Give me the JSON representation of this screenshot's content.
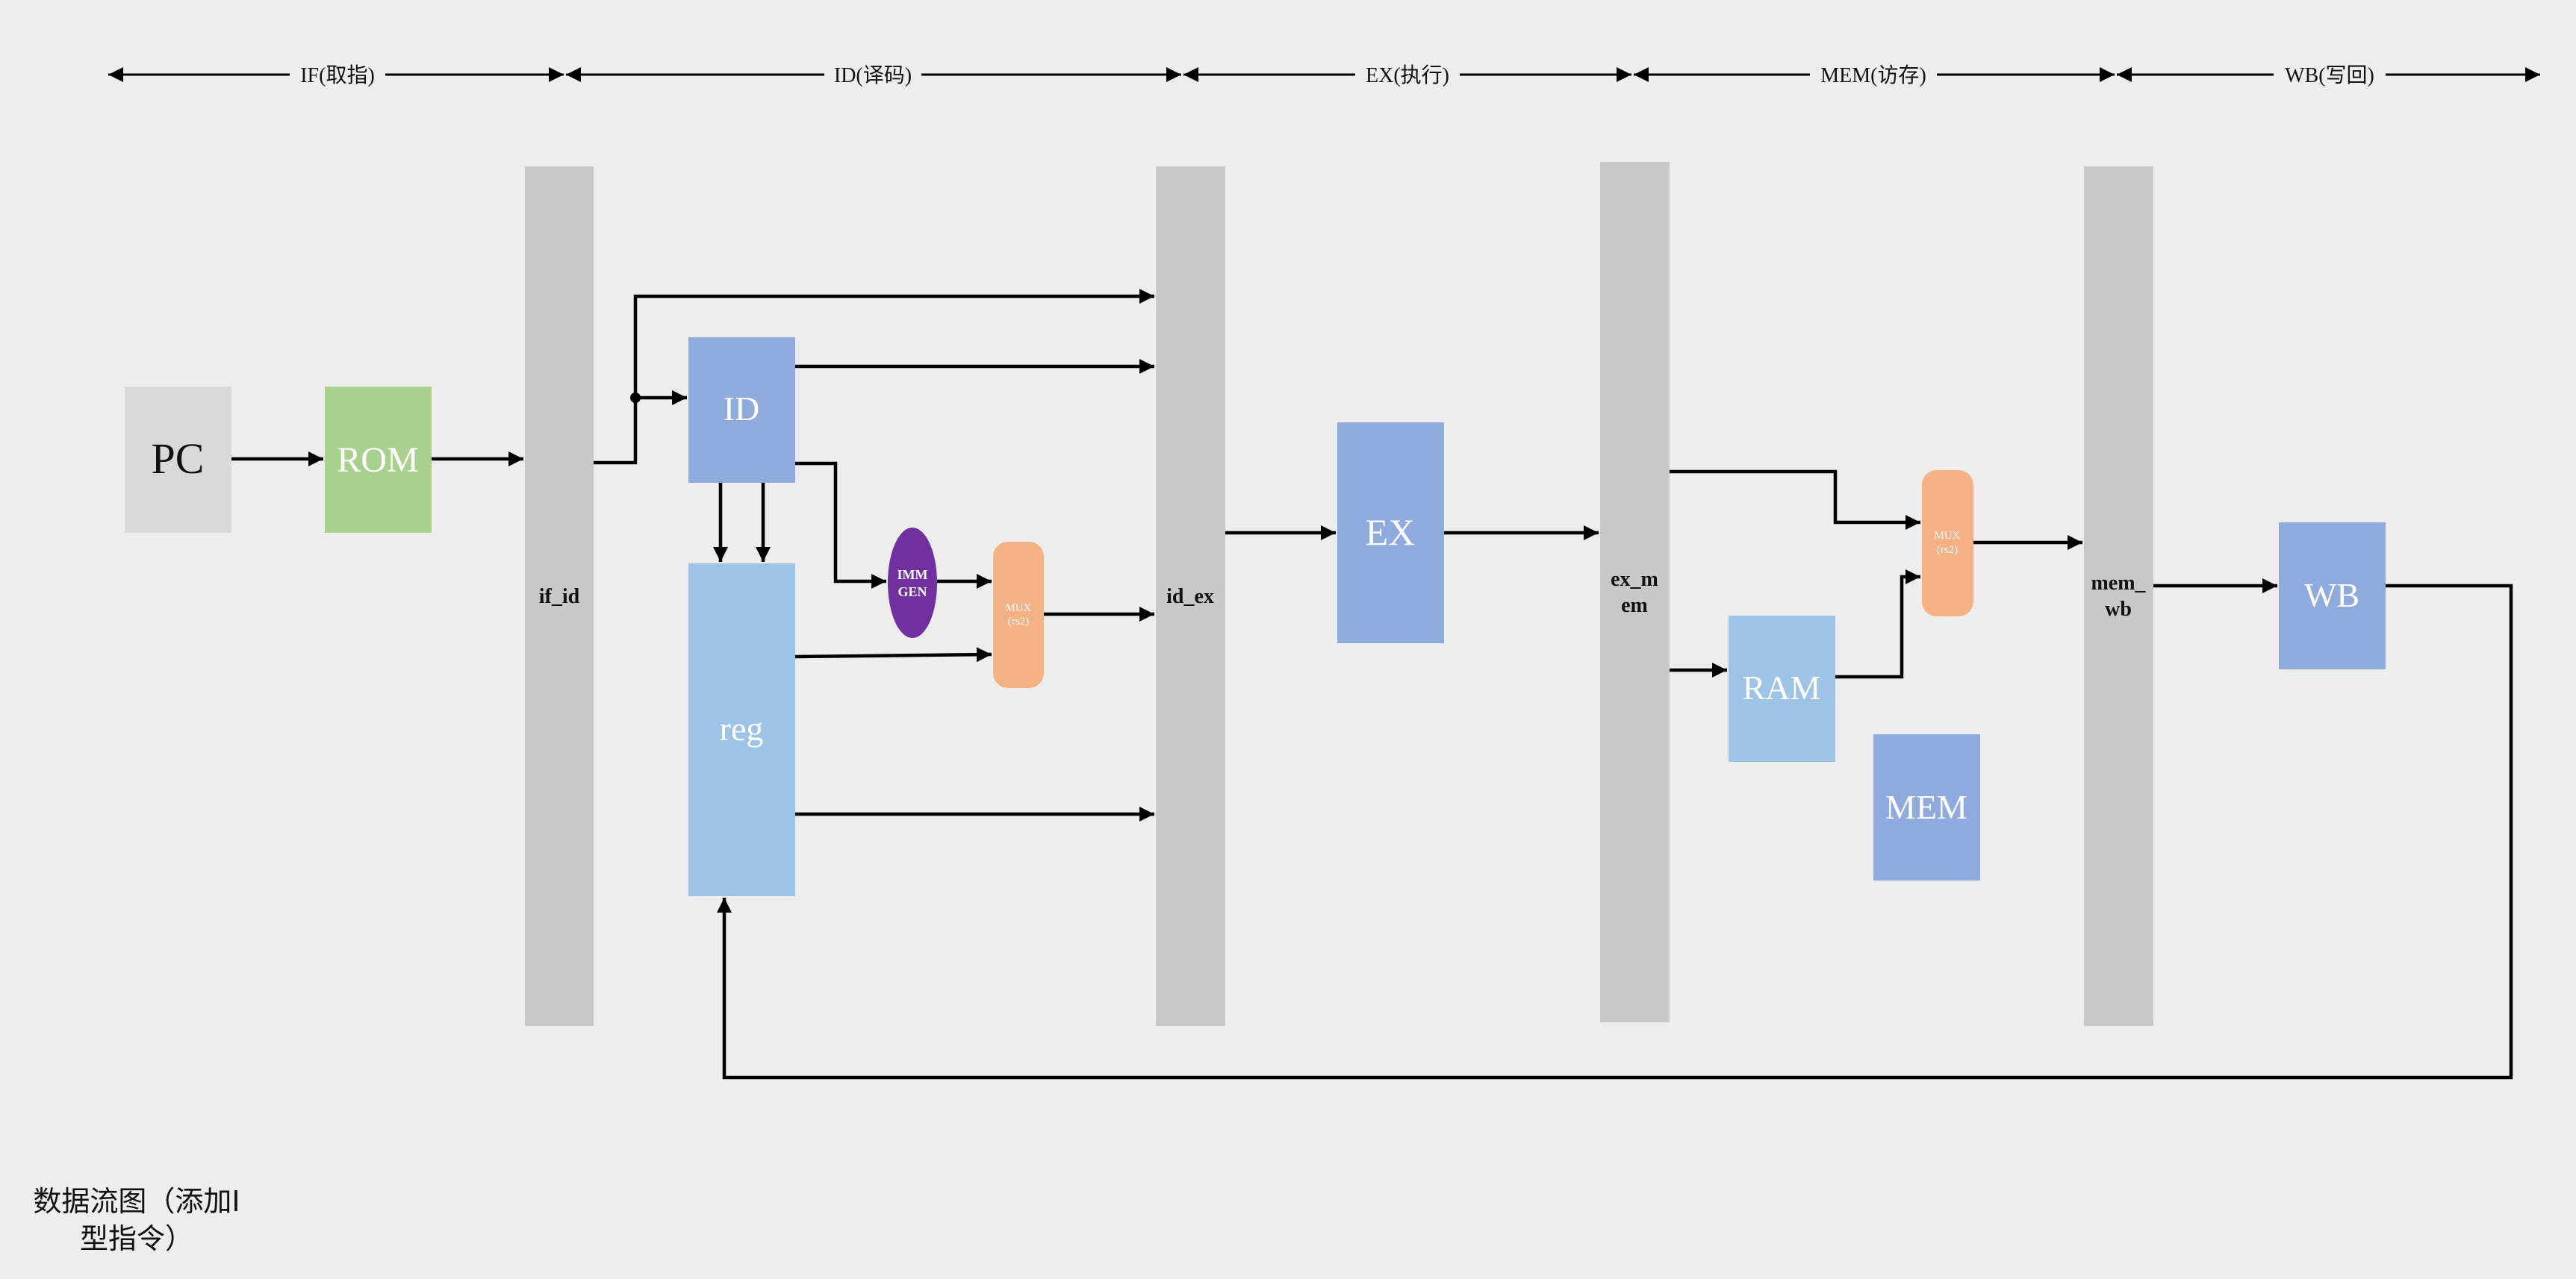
{
  "stages": [
    "IF(取指)",
    "ID(译码)",
    "EX(执行)",
    "MEM(访存)",
    "WB(写回)"
  ],
  "registers": {
    "if_id": "if_id",
    "id_ex": "id_ex",
    "ex_mem_1": "ex_m",
    "ex_mem_2": "em",
    "mem_wb_1": "mem_",
    "mem_wb_2": "wb"
  },
  "blocks": {
    "pc": "PC",
    "rom": "ROM",
    "id": "ID",
    "reg": "reg",
    "imm_gen_1": "IMM",
    "imm_gen_2": "GEN",
    "mux_label": "MUX",
    "mux_sub": "(rs2)",
    "ex": "EX",
    "ram": "RAM",
    "mem": "MEM",
    "wb": "WB"
  },
  "colors": {
    "background": "#ededed",
    "pipeline_register": "#c8c8c8",
    "pc": "#d9d9d9",
    "rom": "#a9d18e",
    "id_ex_wb_mem": "#8faadc",
    "reg_ram": "#9dc3e6",
    "mux": "#f4b183",
    "imm_gen": "#7030a0",
    "line": "#000000"
  },
  "caption": {
    "line1": "数据流图（添加I",
    "line2": "型指令）"
  }
}
